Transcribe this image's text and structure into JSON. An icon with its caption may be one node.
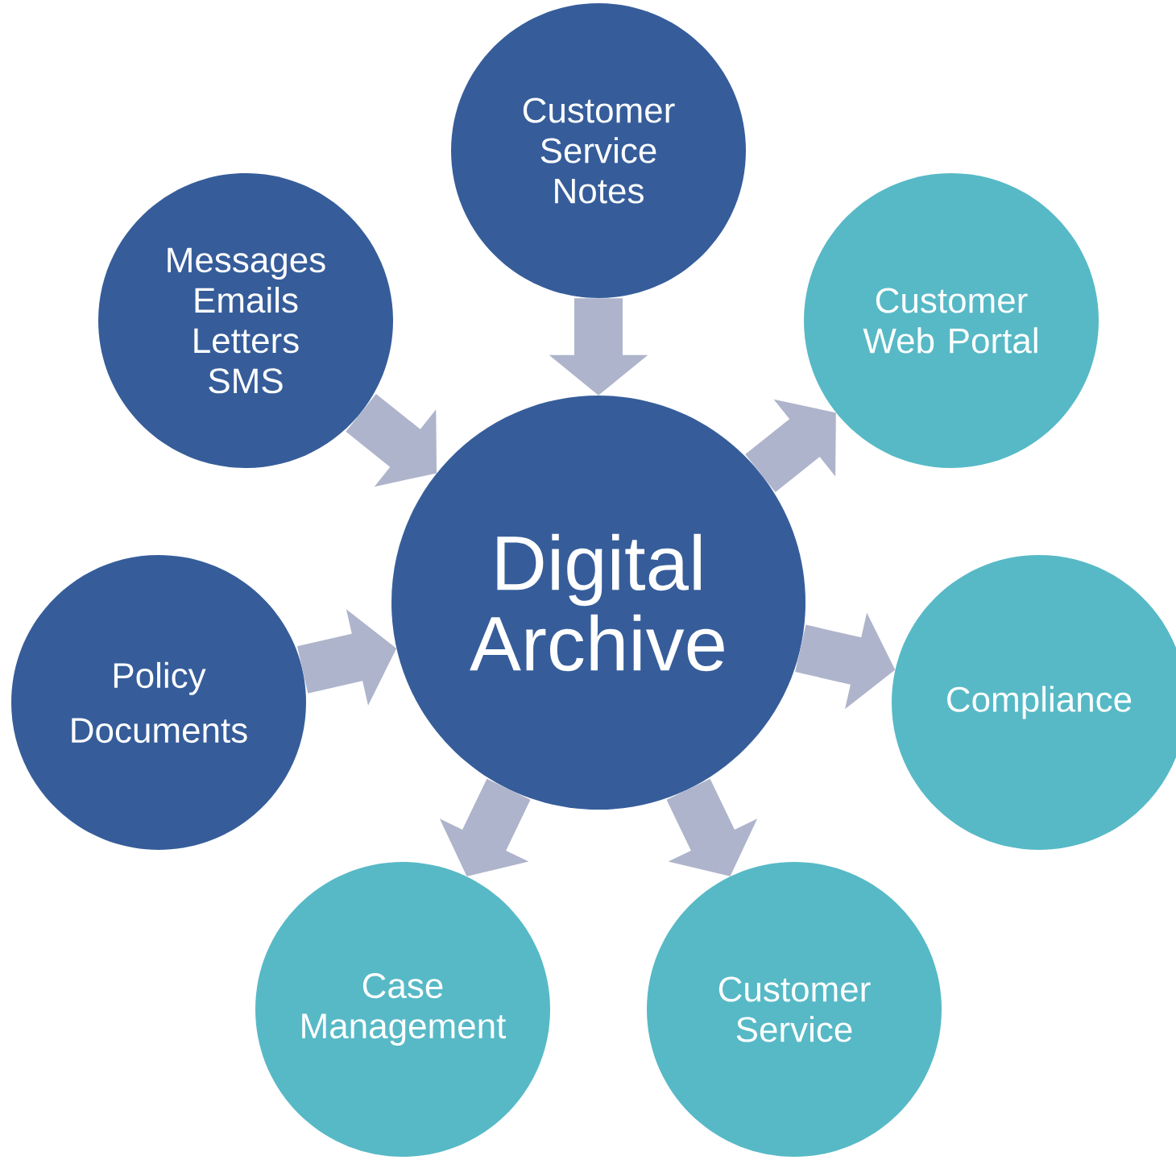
{
  "diagram": {
    "nodes": [
      {
        "text": [
          "Digital Archive"
        ]
      },
      {
        "text": [
          "Customer Service Notes"
        ]
      },
      {
        "text": [
          "Customer Web Portal"
        ]
      },
      {
        "text": [
          "Compliance"
        ]
      },
      {
        "text": [
          "Customer Service"
        ]
      },
      {
        "text": [
          "Case Management"
        ]
      },
      {
        "text": [
          "Policy Documents"
        ]
      },
      {
        "text": [
          "Messages Emails Letters SMS"
        ]
      }
    ],
    "edges": [
      {
        "from": 1,
        "to": 0,
        "arrow": "to"
      },
      {
        "from": 0,
        "to": 2,
        "arrow": "to"
      },
      {
        "from": 0,
        "to": 3,
        "arrow": "to"
      },
      {
        "from": 0,
        "to": 4,
        "arrow": "to"
      },
      {
        "from": 0,
        "to": 5,
        "arrow": "to"
      },
      {
        "from": 6,
        "to": 0,
        "arrow": "to"
      },
      {
        "from": 7,
        "to": 0,
        "arrow": "to"
      }
    ]
  }
}
